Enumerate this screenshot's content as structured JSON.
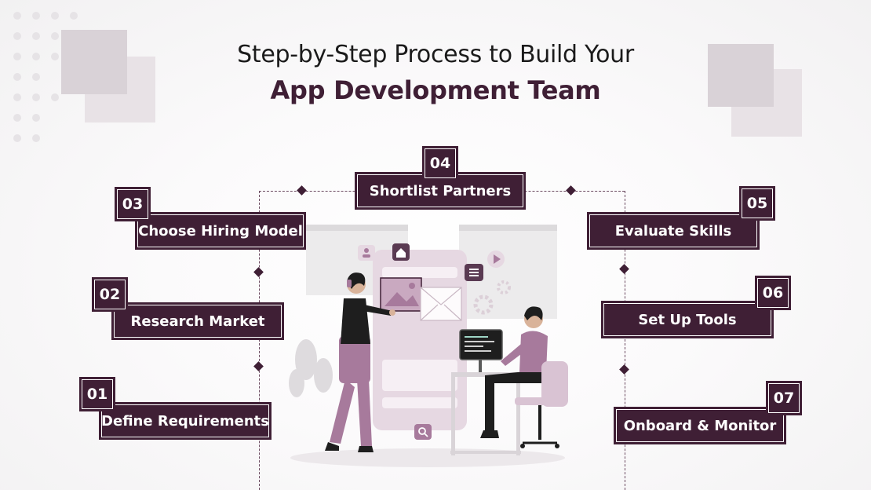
{
  "title": {
    "line1": "Step-by-Step Process to Build Your",
    "line2": "App Development Team"
  },
  "steps": [
    {
      "number": "01",
      "label": "Define Requirements"
    },
    {
      "number": "02",
      "label": "Research Market"
    },
    {
      "number": "03",
      "label": "Choose Hiring Model"
    },
    {
      "number": "04",
      "label": "Shortlist Partners"
    },
    {
      "number": "05",
      "label": "Evaluate Skills"
    },
    {
      "number": "06",
      "label": "Set Up Tools"
    },
    {
      "number": "07",
      "label": "Onboard & Monitor"
    }
  ],
  "colors": {
    "accent": "#3f1f35",
    "illustration_purple": "#a77a9c",
    "illustration_light": "#e6d8e2",
    "heading_text": "#1b1b1b"
  },
  "illustration": {
    "name": "team-illustration",
    "icons": [
      "image-icon",
      "user-icon",
      "home-icon",
      "menu-icon",
      "play-icon",
      "gear-icon",
      "search-icon",
      "code-icon"
    ]
  }
}
